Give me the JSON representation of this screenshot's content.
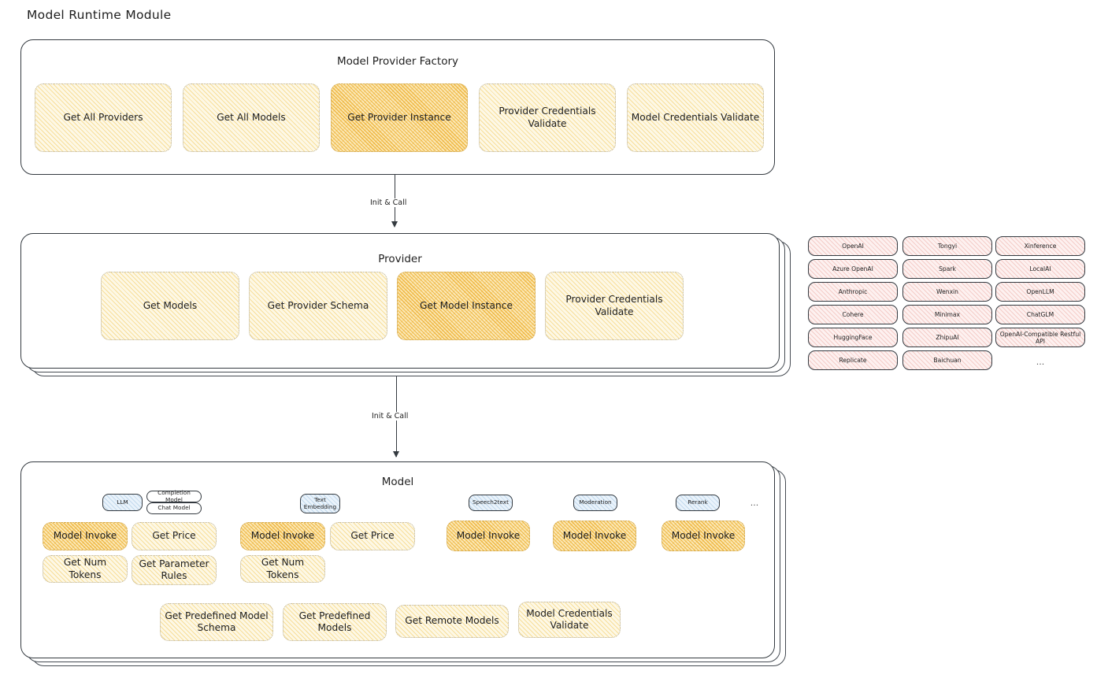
{
  "diagram": {
    "title": "Model Runtime Module",
    "colors": {
      "highlight": "#f0c060",
      "soft_yellow": "#fdf8e6",
      "provider_tag": "#fdf1f0",
      "model_tag": "#eaf3fb",
      "stroke": "#343a40"
    }
  },
  "factory": {
    "label": "Model Provider Factory",
    "boxes": [
      {
        "label": "Get All Providers",
        "highlighted": false
      },
      {
        "label": "Get All Models",
        "highlighted": false
      },
      {
        "label": "Get Provider Instance",
        "highlighted": true
      },
      {
        "label": "Provider Credentials Validate",
        "highlighted": false
      },
      {
        "label": "Model Credentials Validate",
        "highlighted": false
      }
    ]
  },
  "arrows": [
    {
      "label": "Init & Call"
    },
    {
      "label": "Init & Call"
    }
  ],
  "provider": {
    "label": "Provider",
    "boxes": [
      {
        "label": "Get Models",
        "highlighted": false
      },
      {
        "label": "Get Provider Schema",
        "highlighted": false
      },
      {
        "label": "Get Model Instance",
        "highlighted": true
      },
      {
        "label": "Provider Credentials Validate",
        "highlighted": false
      }
    ]
  },
  "provider_list": {
    "columns": [
      [
        "OpenAI",
        "Azure OpenAI",
        "Anthropic",
        "Cohere",
        "HuggingFace",
        "Replicate"
      ],
      [
        "Tongyi",
        "Spark",
        "Wenxin",
        "Minimax",
        "ZhipuAI",
        "Baichuan"
      ],
      [
        "Xinference",
        "LocalAI",
        "OpenLLM",
        "ChatGLM",
        "OpenAI-Compatible Restful API"
      ]
    ],
    "ellipsis": "..."
  },
  "model": {
    "label": "Model",
    "ellipsis": "...",
    "types": [
      {
        "name": "LLM",
        "subtags": [
          "Completion Model",
          "Chat Model"
        ]
      },
      {
        "name": "Text Embedding",
        "subtags": []
      },
      {
        "name": "Speech2text",
        "subtags": []
      },
      {
        "name": "Moderation",
        "subtags": []
      },
      {
        "name": "Rerank",
        "subtags": []
      }
    ],
    "columns": [
      {
        "type": "LLM",
        "boxes": [
          {
            "label": "Model Invoke",
            "highlighted": true
          },
          {
            "label": "Get Price",
            "highlighted": false
          },
          {
            "label": "Get Num Tokens",
            "highlighted": false
          },
          {
            "label": "Get Parameter Rules",
            "highlighted": false
          }
        ]
      },
      {
        "type": "Text Embedding",
        "boxes": [
          {
            "label": "Model Invoke",
            "highlighted": true
          },
          {
            "label": "Get Price",
            "highlighted": false
          },
          {
            "label": "Get Num Tokens",
            "highlighted": false
          }
        ]
      },
      {
        "type": "Speech2text",
        "boxes": [
          {
            "label": "Model Invoke",
            "highlighted": true
          }
        ]
      },
      {
        "type": "Moderation",
        "boxes": [
          {
            "label": "Model Invoke",
            "highlighted": true
          }
        ]
      },
      {
        "type": "Rerank",
        "boxes": [
          {
            "label": "Model Invoke",
            "highlighted": true
          }
        ]
      }
    ],
    "shared_boxes": [
      {
        "label": "Get Predefined Model Schema"
      },
      {
        "label": "Get Predefined Models"
      },
      {
        "label": "Get Remote Models"
      },
      {
        "label": "Model Credentials Validate"
      }
    ]
  }
}
